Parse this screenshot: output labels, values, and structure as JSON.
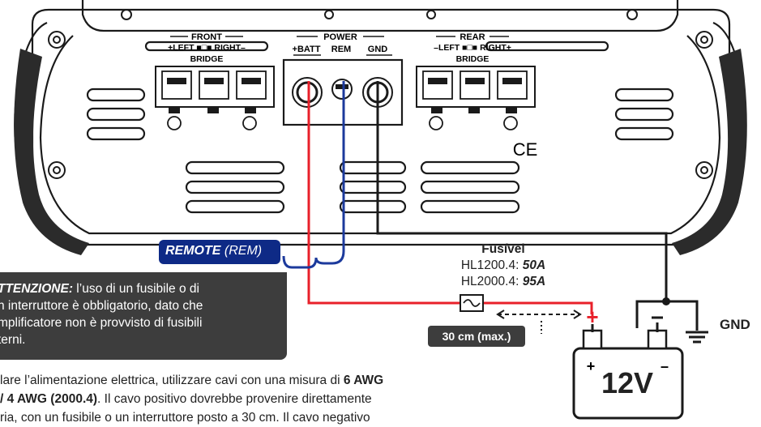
{
  "amp": {
    "front_header": "FRONT",
    "front_channels": "+LEFT ■□■ RIGHT–",
    "front_bridge": "BRIDGE",
    "power_header": "POWER",
    "batt_label": "+BATT",
    "rem_label": "REM",
    "gnd_label": "GND",
    "rear_header": "REAR",
    "rear_channels": "–LEFT ■□■ RIGHT+",
    "rear_bridge": "BRIDGE",
    "ce_mark": "CE"
  },
  "remote_tag": {
    "bold": "REMOTE",
    "rest": " (REM)"
  },
  "fuse": {
    "title": "Fusível",
    "line1_model": "HL1200.4: ",
    "line1_value": "50A",
    "line2_model": "HL2000.4: ",
    "line2_value": "95A"
  },
  "callout": {
    "bold": "TTENZIONE:",
    "line1": "  l’uso di un fusibile o di",
    "line2": "n interruttore è obbligatorio, dato che",
    "line3": "mplificatore non è provvisto di fusibili",
    "line4": "terni."
  },
  "distance_tag": "30 cm (max.)",
  "battery": {
    "voltage": "12V",
    "plus": "+",
    "minus": "–",
    "post_plus": "+"
  },
  "ground_label": "GND",
  "bottom_text": {
    "l1a": "lare l’alimentazione elettrica, utilizzare cavi con una misura di ",
    "l1b": "6 AWG",
    "l2a": "/ 4 AWG (2000.4)",
    "l2b": ". Il cavo positivo dovrebbe provenire direttamente",
    "l3": "ria, con un fusibile o un interruttore posto a 30 cm. Il cavo negativo"
  },
  "colors": {
    "positive_wire": "#e8202a",
    "remote_wire": "#1c3a9c",
    "ground_wire": "#1a1a1a",
    "panel_dark": "#3d3d3d",
    "remote_tag": "#0e2a86"
  }
}
